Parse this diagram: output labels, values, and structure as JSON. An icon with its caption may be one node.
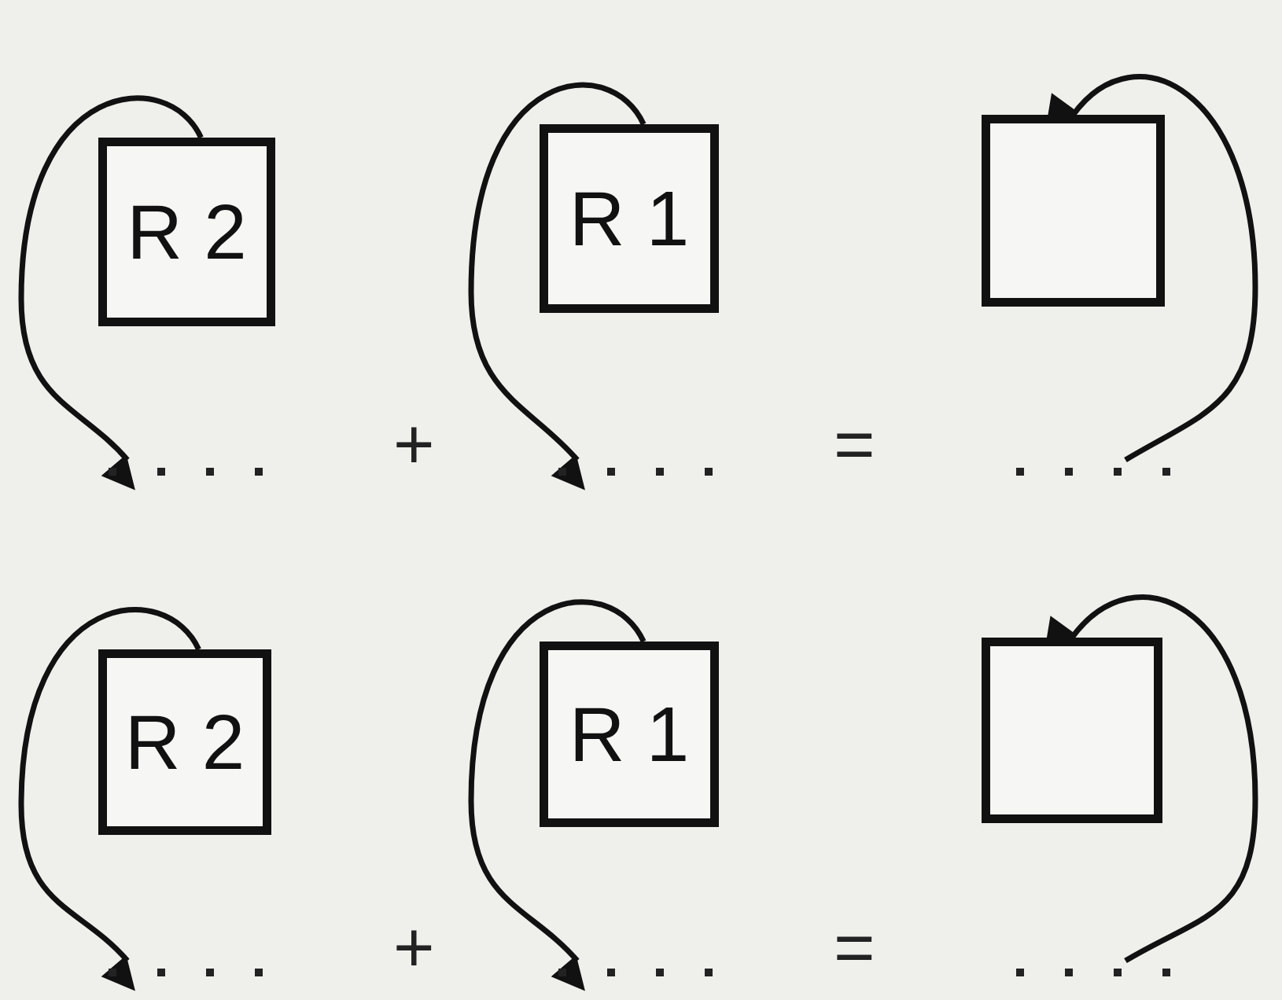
{
  "diagram": {
    "nodes": [
      {
        "text": [
          "R 2"
        ]
      },
      {
        "text": [
          "R 1"
        ]
      },
      {
        "text": [],
        "shape": "box"
      },
      {
        "text": [],
        "shape": "dots"
      },
      {
        "text": [],
        "shape": "dots"
      },
      {
        "text": [],
        "shape": "dots"
      },
      {
        "text": [
          "R 2"
        ]
      },
      {
        "text": [
          "R 1"
        ]
      },
      {
        "text": [],
        "shape": "box"
      },
      {
        "text": [],
        "shape": "dots"
      },
      {
        "text": [],
        "shape": "dots"
      },
      {
        "text": [],
        "shape": "dots"
      }
    ],
    "edges": [
      {
        "from": 0,
        "to": 3,
        "arrow": "to"
      },
      {
        "from": 1,
        "to": 4,
        "arrow": "to"
      },
      {
        "from": 5,
        "to": 2,
        "arrow": "to"
      },
      {
        "from": 6,
        "to": 9,
        "arrow": "to"
      },
      {
        "from": 7,
        "to": 10,
        "arrow": "to"
      },
      {
        "from": 11,
        "to": 8,
        "arrow": "to"
      }
    ],
    "labels": [
      "+",
      "=",
      "+",
      "="
    ]
  }
}
